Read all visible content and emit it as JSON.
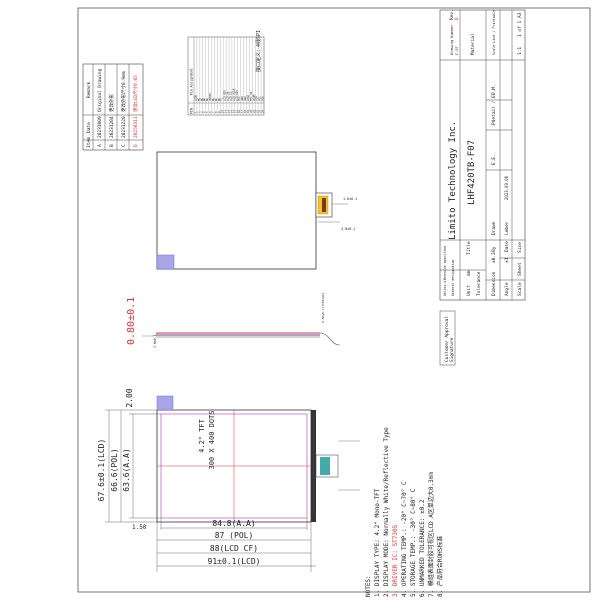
{
  "revision_table": {
    "headers": [
      "Item",
      "Date",
      "Remark"
    ],
    "rows": [
      [
        "A",
        "20231009",
        "Original Drawing"
      ],
      [
        "B",
        "20231204",
        "更改外形"
      ],
      [
        "C",
        "20231220",
        "更改外形尺寸0.9mm"
      ],
      [
        "D",
        "20250311",
        "更改LCD尺寸0.05"
      ]
    ]
  },
  "pin_table": {
    "headers": [
      "PIN",
      "Pin Assignment"
    ],
    "rows": [
      [
        "1",
        "LEDK"
      ],
      [
        "2",
        "NC"
      ],
      [
        "3",
        "NC"
      ],
      [
        "4",
        "NC"
      ],
      [
        "5",
        "NC"
      ],
      [
        "6",
        "VDDIO"
      ],
      [
        "7",
        "NC"
      ],
      [
        "8",
        "NC"
      ],
      [
        "9",
        "NC"
      ],
      [
        "10",
        "TE"
      ],
      [
        "11",
        "LCD_RES"
      ],
      [
        "12",
        "LCD_A0"
      ],
      [
        "13",
        "LCD_CS"
      ],
      [
        "14",
        "LCD_SCLK"
      ],
      [
        "15",
        "LCD_SDA"
      ],
      [
        "16",
        "VCC"
      ],
      [
        "17",
        "GND"
      ],
      [
        "18",
        "GND"
      ],
      [
        "19",
        "LEDA"
      ],
      [
        "20",
        "FPC_ID"
      ],
      [
        "21",
        "VCOM"
      ],
      [
        "22",
        "VGH"
      ],
      [
        "23",
        "VGL"
      ],
      [
        "24",
        "VSS"
      ]
    ],
    "note": "接口定义：4线SPI"
  },
  "dims": {
    "top_fpc_thickness": "0.80±0.1",
    "side_thick": "0.80±0.1(TYPICAL)",
    "thickness_small": "1.6±0.1",
    "fpc_len": "3.8±0.1",
    "len_675": "67.6±0.1(LCD)",
    "len_666": "66.6(POL)",
    "len_636": "63.6(A.A)",
    "top_margin": "2.00",
    "left_margin": "1.50",
    "w_848": "84.8(A.A)",
    "w_87": "87 (POL)",
    "w_88": "88(LCD CF)",
    "w_91": "91±0.1(LCD)"
  },
  "lcd_label": {
    "line1": "4.2\" TFT",
    "line2": "300 X 400 DOTS"
  },
  "notes": [
    "NOTES:",
    "1. DISPLAY TYPE: 4.2\" Mono-TFT",
    "2. DISPLAY MODE: Normally White/Reflective Type",
    "3. DRIVER IC: ST7305",
    "4. OPERATING TEMP.: -20° C~70° C",
    "5. STORAGE TEMP.: -30° C~80° C",
    "6. UNMARKED TOLERANCE: ±0.2",
    "7. 模组表面封胶可视区LCD A区单边大0.3mm",
    "8. 产品符合ROHS标准"
  ],
  "customer_box": {
    "line1": "Customer Approval",
    "line2": "Signature"
  },
  "title_block": {
    "company": "Limito Technology Inc.",
    "part_no": "LHF420TB-F07",
    "unit_label": "Unit",
    "unit_value": "mm",
    "title_label": "Title",
    "drawn_label": "Drawn",
    "drawn_value": "Leber",
    "by_label": "By",
    "date_label": "Date",
    "date_value": "2023.09.06",
    "dimension_label": "Dimension",
    "dimension_value": "±0.2",
    "angle_label": "Angle",
    "angle_value": "±1",
    "tolerance_label": "Tolerance",
    "scale_label": "Scale",
    "scale_value": "1:1",
    "sheet_label": "Sheet",
    "sheet_value": "1 of 1",
    "size_label": "Size",
    "size_value": "A3",
    "rev_label": "Rev.",
    "rev_value": "D",
    "drawing_number_label": "Drawing Number",
    "drawing_number_value": "C-07",
    "material_label": "Material",
    "scale_fit_label": "Scale Line / Printable",
    "es_label": "E.E.",
    "pe_label": "P.M.",
    "pdetail_label": "Pdetail / E.",
    "third_angle_label": "Unless otherwise specified",
    "general_label": "General designation"
  }
}
